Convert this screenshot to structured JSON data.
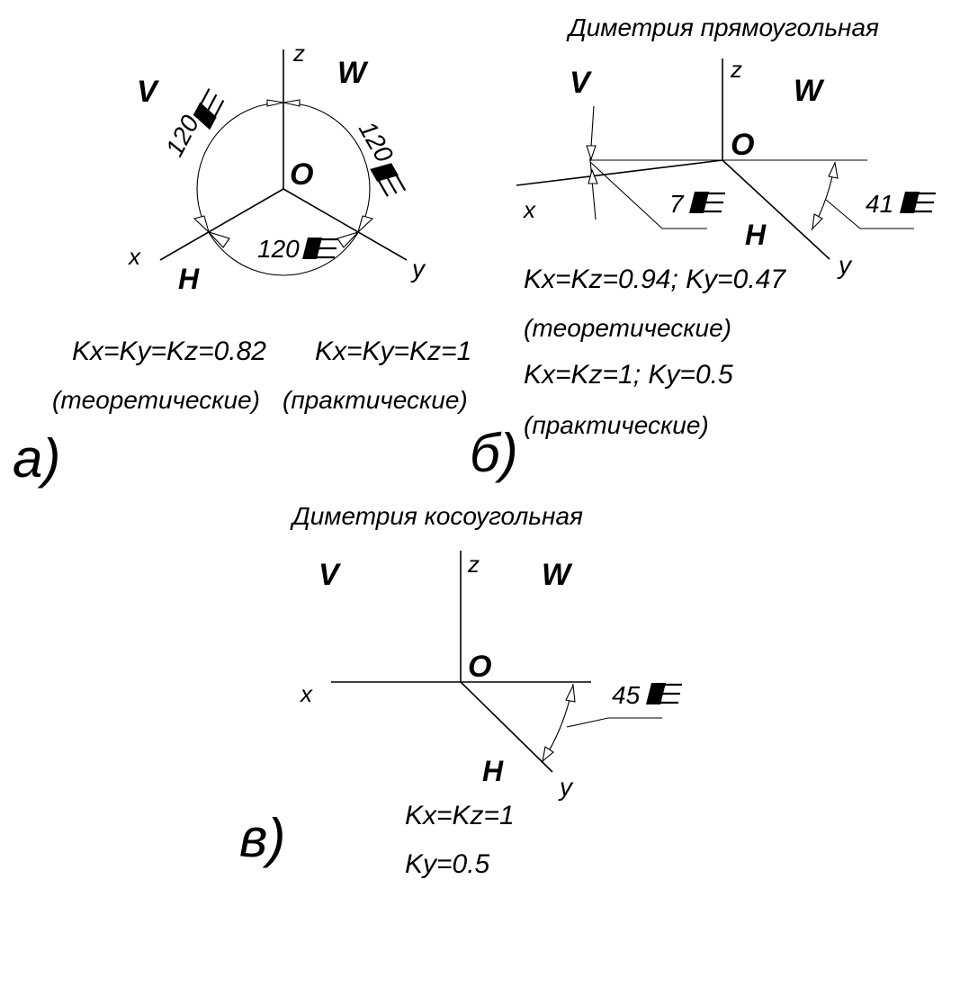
{
  "panel_a": {
    "letter": "а)",
    "axis_z": "z",
    "axis_x": "x",
    "axis_y": "y",
    "origin": "O",
    "plane_v": "V",
    "plane_w": "W",
    "plane_h": "H",
    "angle_vw": "120",
    "angle_wh": "120",
    "angle_hv": "120",
    "coef_theoretical": "Kx=Ky=Kz=0.82",
    "note_theoretical": "(теоретические)",
    "coef_practical": "Kx=Ky=Kz=1",
    "note_practical": "(практические)"
  },
  "panel_b": {
    "title": "Диметрия прямоугольная",
    "letter": "б)",
    "axis_z": "z",
    "axis_x": "x",
    "axis_y": "y",
    "origin": "O",
    "plane_v": "V",
    "plane_w": "W",
    "plane_h": "H",
    "angle_x": "7",
    "angle_y": "41",
    "coef_theoretical": "Kx=Kz=0.94;  Ky=0.47",
    "note_theoretical": "(теоретические)",
    "coef_practical": "Kx=Kz=1;  Ky=0.5",
    "note_practical": "(практические)"
  },
  "panel_c": {
    "title": "Диметрия косоугольная",
    "letter": "в)",
    "axis_z": "z",
    "axis_x": "x",
    "axis_y": "y",
    "origin": "O",
    "plane_v": "V",
    "plane_w": "W",
    "plane_h": "H",
    "angle_y": "45",
    "coef_1": "Kx=Kz=1",
    "coef_2": "Ky=0.5"
  }
}
